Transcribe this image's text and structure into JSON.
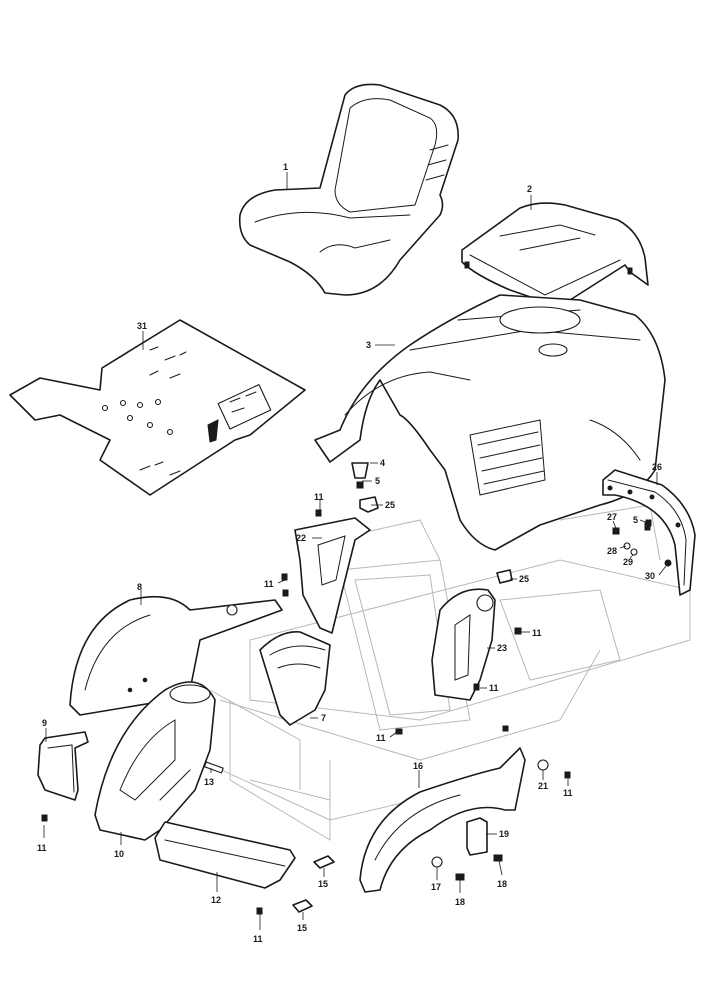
{
  "callouts": [
    {
      "id": "c1",
      "text": "1"
    },
    {
      "id": "c2",
      "text": "2"
    },
    {
      "id": "c3",
      "text": "3"
    },
    {
      "id": "c4",
      "text": "4"
    },
    {
      "id": "c5a",
      "text": "5"
    },
    {
      "id": "c5b",
      "text": "5"
    },
    {
      "id": "c7",
      "text": "7"
    },
    {
      "id": "c8",
      "text": "8"
    },
    {
      "id": "c9",
      "text": "9"
    },
    {
      "id": "c10",
      "text": "10"
    },
    {
      "id": "c11a",
      "text": "11"
    },
    {
      "id": "c11b",
      "text": "11"
    },
    {
      "id": "c11c",
      "text": "11"
    },
    {
      "id": "c11d",
      "text": "11"
    },
    {
      "id": "c11e",
      "text": "11"
    },
    {
      "id": "c11f",
      "text": "11"
    },
    {
      "id": "c11g",
      "text": "11"
    },
    {
      "id": "c11h",
      "text": "11"
    },
    {
      "id": "c12",
      "text": "12"
    },
    {
      "id": "c13",
      "text": "13"
    },
    {
      "id": "c15a",
      "text": "15"
    },
    {
      "id": "c15b",
      "text": "15"
    },
    {
      "id": "c16",
      "text": "16"
    },
    {
      "id": "c17",
      "text": "17"
    },
    {
      "id": "c18a",
      "text": "18"
    },
    {
      "id": "c18b",
      "text": "18"
    },
    {
      "id": "c19",
      "text": "19"
    },
    {
      "id": "c21",
      "text": "21"
    },
    {
      "id": "c22",
      "text": "22"
    },
    {
      "id": "c23",
      "text": "23"
    },
    {
      "id": "c25a",
      "text": "25"
    },
    {
      "id": "c25b",
      "text": "25"
    },
    {
      "id": "c26",
      "text": "26"
    },
    {
      "id": "c27",
      "text": "27"
    },
    {
      "id": "c28",
      "text": "28"
    },
    {
      "id": "c29",
      "text": "29"
    },
    {
      "id": "c30",
      "text": "30"
    },
    {
      "id": "c31",
      "text": "31"
    }
  ]
}
